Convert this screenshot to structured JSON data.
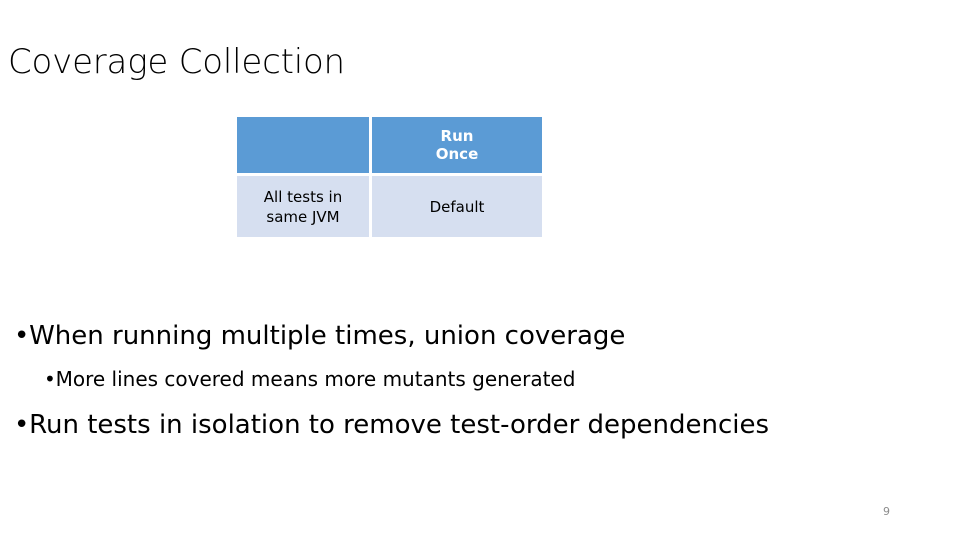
{
  "slide": {
    "title": "Coverage Collection",
    "page_number": "9",
    "background_color": "#FFFFFF",
    "text_color": "#000000",
    "page_number_color": "#8C8C8C"
  },
  "table": {
    "header_fill": "#5B9BD5",
    "header_text_color": "#FFFFFF",
    "body_fill": "#D6DFF0",
    "body_text_color": "#000000",
    "columns": [
      {
        "header": ""
      },
      {
        "header_line_1": "Run",
        "header_line_2": "Once"
      }
    ],
    "rows": [
      {
        "label_line_1": "All tests in",
        "label_line_2": "same JVM",
        "value": "Default"
      }
    ]
  },
  "bullets": [
    {
      "level": 1,
      "marker": "•",
      "text": "When running multiple times, union coverage"
    },
    {
      "level": 2,
      "marker": "•",
      "text": "More lines covered means more mutants generated"
    },
    {
      "level": 1,
      "marker": "•",
      "text": "Run tests in isolation to remove test-order dependencies"
    }
  ]
}
